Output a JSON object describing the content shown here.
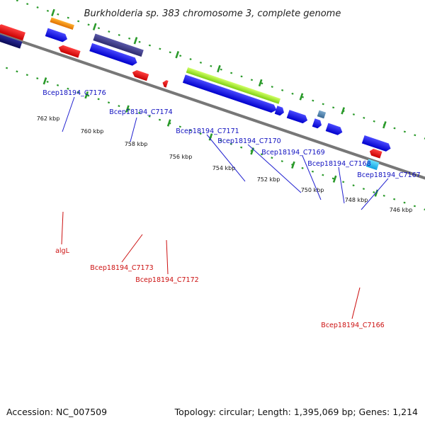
{
  "title": "Burkholderia sp. 383 chromosome 3, complete genome",
  "accession": "Accession: NC_007509",
  "summary": "Topology: circular; Length: 1,395,069 bp; Genes: 1,214",
  "ticks": [
    "762 kbp",
    "760 kbp",
    "758 kbp",
    "756 kbp",
    "754 kbp",
    "752 kbp",
    "750 kbp",
    "748 kbp",
    "746 kbp"
  ],
  "labels_top": [
    "Bcep18194_C7176",
    "Bcep18194_C7174",
    "Bcep18194_C7171",
    "Bcep18194_C7170",
    "Bcep18194_C7169",
    "Bcep18194_C7168",
    "Bcep18194_C7167"
  ],
  "labels_bottom": [
    "algL",
    "Bcep18194_C7173",
    "Bcep18194_C7172",
    "Bcep18194_C7166"
  ],
  "colors": {
    "forward_label": "#1010c0",
    "reverse_label": "#cc1010",
    "backbone": "#777777",
    "ruler": "#2a9a2a"
  }
}
